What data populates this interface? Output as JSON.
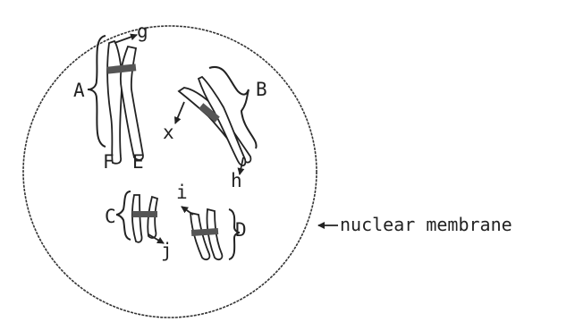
{
  "labels": {
    "A": "A",
    "B": "B",
    "C": "C",
    "D": "D",
    "E": "E",
    "F": "F",
    "g": "g",
    "h": "h",
    "i": "i",
    "j": "j",
    "x": "x",
    "membrane": "nuclear membrane"
  }
}
